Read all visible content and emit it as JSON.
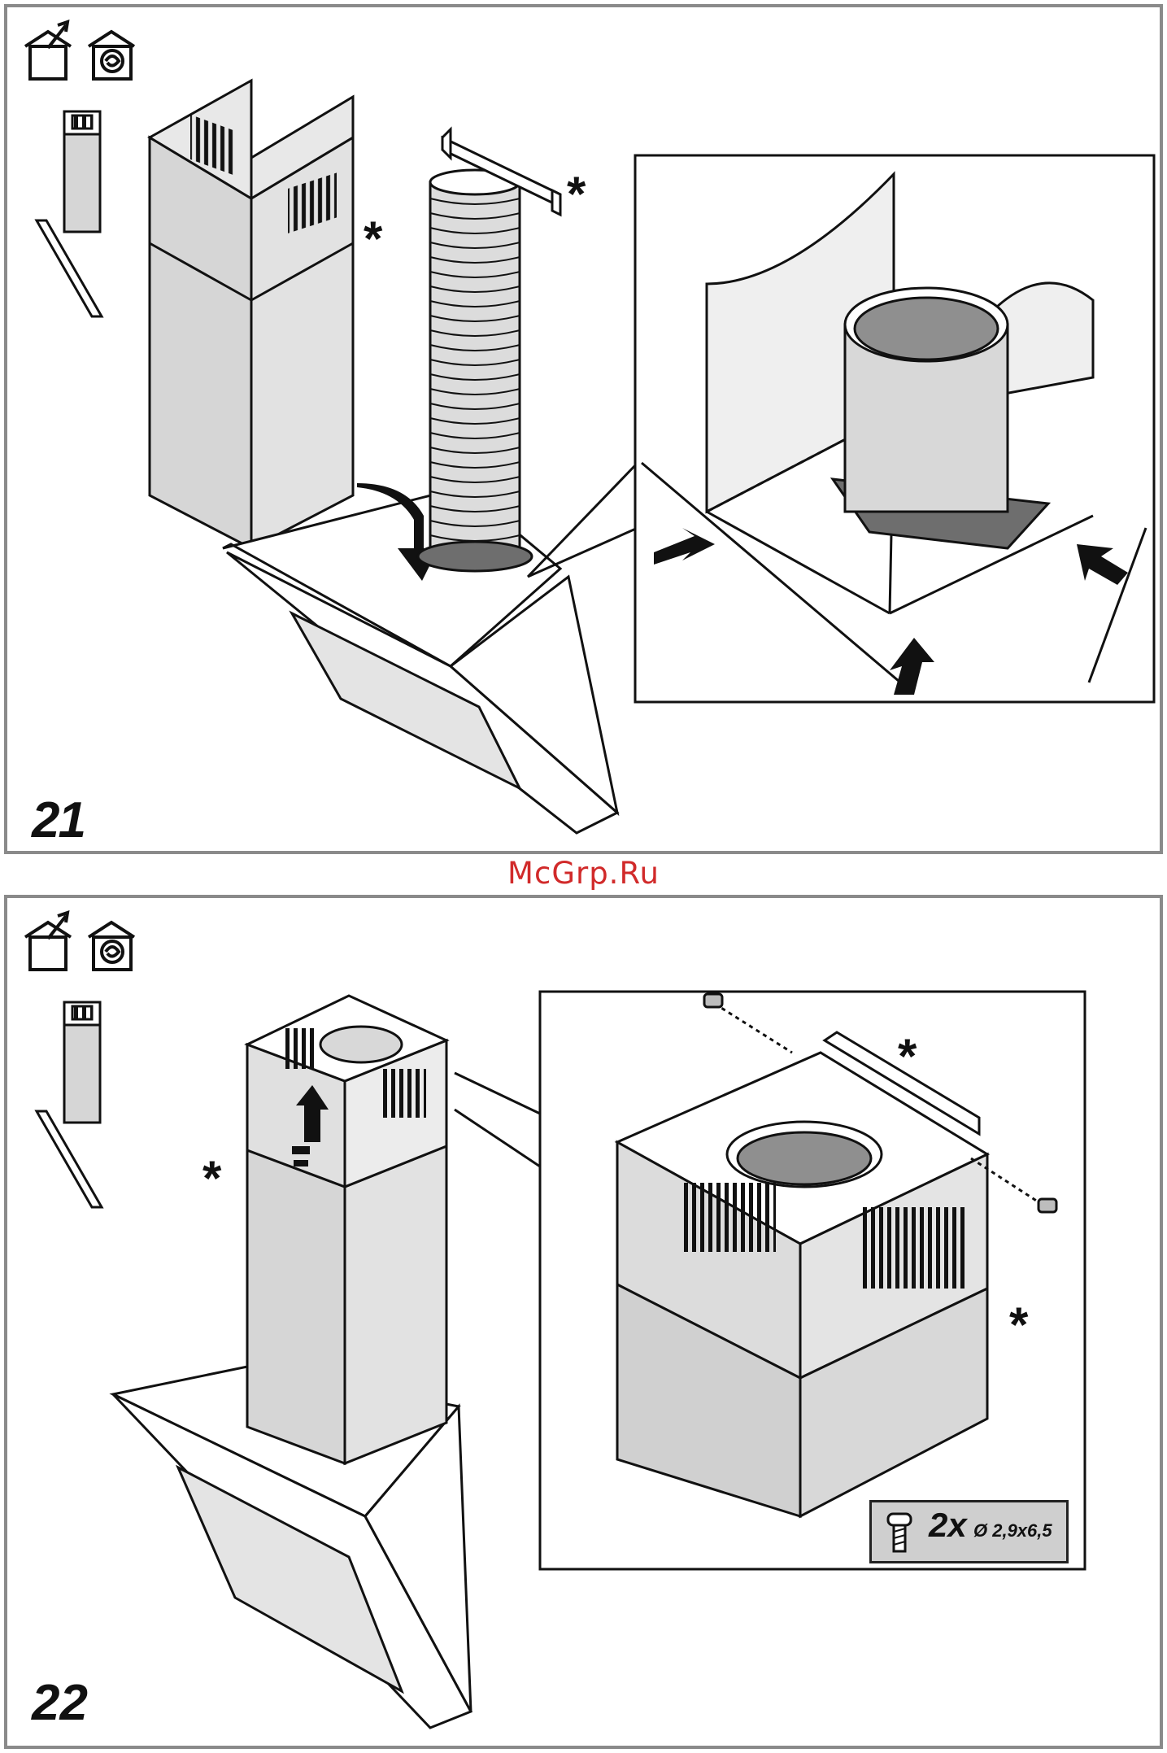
{
  "watermark": {
    "text": "McGrp.Ru",
    "color": "#d12a2a"
  },
  "steps": [
    {
      "number": "21",
      "asterisk_marks": [
        "*",
        "*"
      ]
    },
    {
      "number": "22",
      "asterisk_marks": [
        "*",
        "*",
        "*"
      ],
      "screw_badge": {
        "quantity": "2x",
        "spec": "Ø 2,9x6,5",
        "icon": "screw-icon"
      }
    }
  ],
  "icons": [
    "ducted-house-icon",
    "recirculation-house-icon",
    "hood-side-profile-icon"
  ],
  "colors": {
    "frame": "#8a8a8a",
    "part_fill": "#d6d6d6",
    "dark_part": "#6e6e6e",
    "line": "#111111"
  }
}
